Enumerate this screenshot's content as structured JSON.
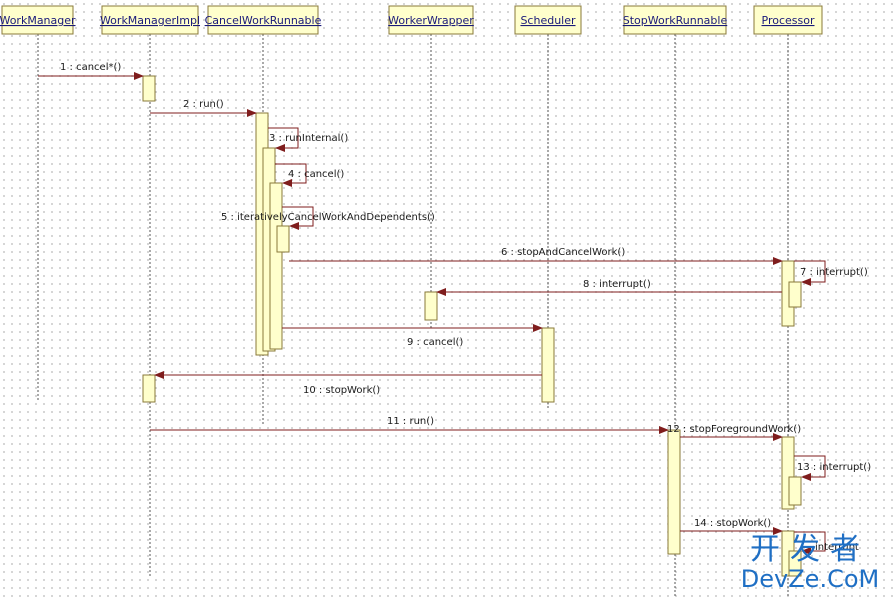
{
  "participants": [
    {
      "id": "wm",
      "label": "WorkManager"
    },
    {
      "id": "wmi",
      "label": "WorkManagerImpl"
    },
    {
      "id": "cwr",
      "label": "CancelWorkRunnable"
    },
    {
      "id": "ww",
      "label": "WorkerWrapper"
    },
    {
      "id": "sch",
      "label": "Scheduler"
    },
    {
      "id": "swr",
      "label": "StopWorkRunnable"
    },
    {
      "id": "proc",
      "label": "Processor"
    }
  ],
  "messages": [
    {
      "id": "m1",
      "from": "wm",
      "to": "wmi",
      "label": "1 : cancel*()"
    },
    {
      "id": "m2",
      "from": "wmi",
      "to": "cwr",
      "label": "2 : run()"
    },
    {
      "id": "m3",
      "from": "cwr",
      "to": "cwr",
      "label": "3 : runInternal()"
    },
    {
      "id": "m4",
      "from": "cwr",
      "to": "cwr",
      "label": "4 : cancel()"
    },
    {
      "id": "m5",
      "from": "cwr",
      "to": "cwr",
      "label": "5 : iterativelyCancelWorkAndDependents()"
    },
    {
      "id": "m6",
      "from": "cwr",
      "to": "proc",
      "label": "6 : stopAndCancelWork()"
    },
    {
      "id": "m7",
      "from": "proc",
      "to": "proc",
      "label": "7 : interrupt()"
    },
    {
      "id": "m8",
      "from": "proc",
      "to": "ww",
      "label": "8 : interrupt()"
    },
    {
      "id": "m9",
      "from": "cwr",
      "to": "sch",
      "label": "9 : cancel()"
    },
    {
      "id": "m10",
      "from": "sch",
      "to": "wmi",
      "label": "10 : stopWork()"
    },
    {
      "id": "m11",
      "from": "wmi",
      "to": "swr",
      "label": "11 : run()"
    },
    {
      "id": "m12",
      "from": "swr",
      "to": "proc",
      "label": "12 : stopForegroundWork()"
    },
    {
      "id": "m13",
      "from": "proc",
      "to": "proc",
      "label": "13 : interrupt()"
    },
    {
      "id": "m14",
      "from": "swr",
      "to": "proc",
      "label": "14 : stopWork()"
    },
    {
      "id": "m15",
      "from": "proc",
      "to": "proc",
      "label": "interrupt"
    }
  ],
  "watermark": {
    "line1": "开发者",
    "line2": "DevZe.CoM"
  },
  "colors": {
    "arrow": "#7f1d1d",
    "box_fill": "#ffffcc",
    "box_stroke": "#8a7a3a",
    "lifeline": "#555555",
    "label_text": "#1a1a1a",
    "header_text": "#1a1a7a",
    "watermark": "#1f6fc4"
  }
}
